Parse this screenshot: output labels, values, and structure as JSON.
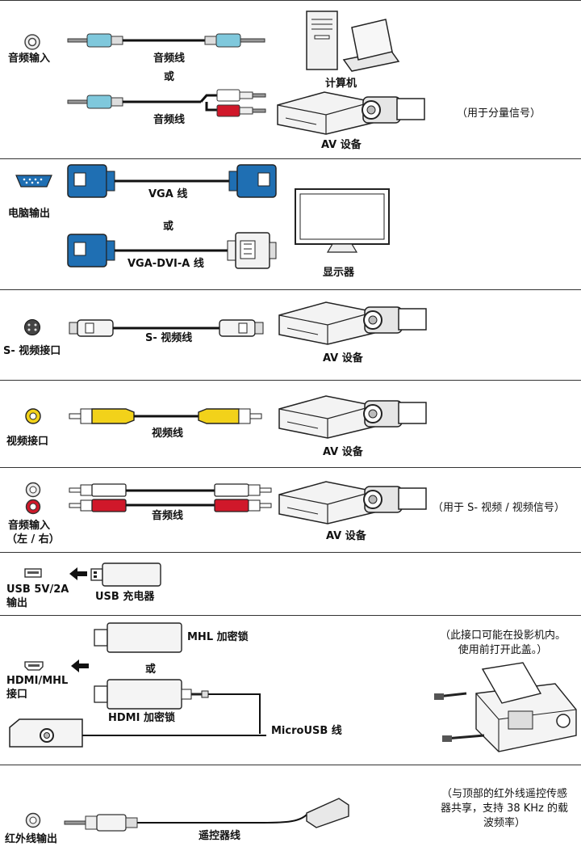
{
  "sections": {
    "audio_in": {
      "port_label": "音频输入",
      "cable1": "音频线",
      "or": "或",
      "cable2": "音频线",
      "device1": "计算机",
      "device2": "AV 设备",
      "note": "（用于分量信号）"
    },
    "pc_out": {
      "port_label": "电脑输出",
      "cable1": "VGA 线",
      "or": "或",
      "cable2": "VGA-DVI-A 线",
      "device": "显示器"
    },
    "svideo": {
      "port_label": "S- 视频接口",
      "cable": "S- 视频线",
      "device": "AV 设备"
    },
    "video": {
      "port_label": "视频接口",
      "cable": "视频线",
      "device": "AV 设备"
    },
    "audio_lr": {
      "port_label_1": "音频输入",
      "port_label_2": "（左 / 右）",
      "cable": "音频线",
      "device": "AV 设备",
      "note": "（用于 S- 视频 / 视频信号）"
    },
    "usb": {
      "port_label_1": "USB 5V/2A",
      "port_label_2": "输出",
      "device": "USB 充电器"
    },
    "hdmi": {
      "port_label_1": "HDMI/MHL",
      "port_label_2": "接口",
      "dongle1": "MHL 加密锁",
      "or": "或",
      "dongle2": "HDMI 加密锁",
      "cable": "MicroUSB 线",
      "note": "（此接口可能在投影机内。\n使用前打开此盖。）"
    },
    "ir": {
      "port_label": "红外线输出",
      "cable": "遥控器线",
      "note": "（与顶部的红外线遥控传感\n器共享，支持 38 KHz 的载\n波频率）"
    }
  },
  "colors": {
    "vga_blue": "#1f6fb3",
    "plug_cyan": "#7fc8dc",
    "rca_red": "#d0182a",
    "rca_yellow": "#f2d21a"
  }
}
